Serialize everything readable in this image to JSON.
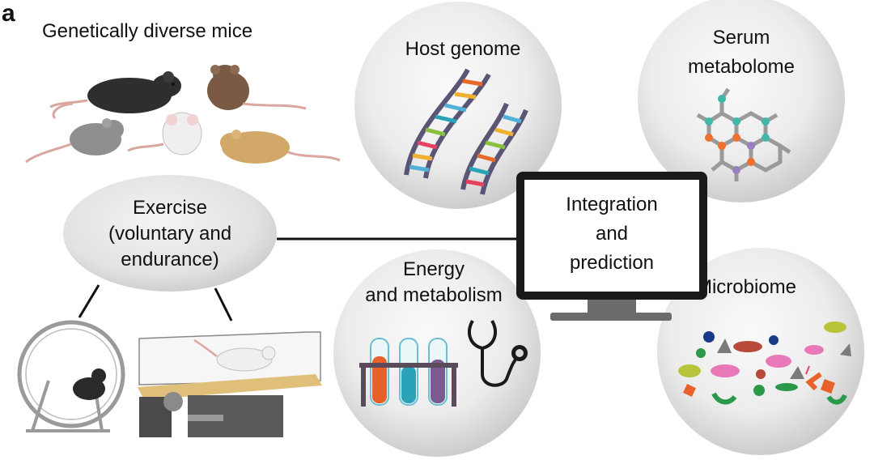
{
  "panel_letter": "a",
  "mice": {
    "title": "Genetically diverse mice"
  },
  "exercise": {
    "lines": [
      "Exercise",
      "(voluntary and",
      "endurance)"
    ]
  },
  "host_genome": {
    "lines": [
      "Host genome"
    ]
  },
  "serum_metabolome": {
    "lines": [
      "Serum",
      "metabolome"
    ]
  },
  "integration": {
    "lines": [
      "Integration",
      "and",
      "prediction"
    ]
  },
  "energy": {
    "lines": [
      "Energy",
      "and metabolism"
    ]
  },
  "microbiome": {
    "lines": [
      "Microbiome"
    ]
  },
  "colors": {
    "bubble_light": "#f7f7f7",
    "bubble_dark": "#cfcfcf",
    "monitor": "#1a1a1a",
    "monitor_stand": "#6b6b6b",
    "dna_backbone": "#5a5475",
    "molecule_bond": "#9a9a9a",
    "molecule_teal": "#3fb8a8",
    "molecule_orange": "#f07030",
    "molecule_purple": "#9a7fbf",
    "tube_rack": "#5b4a5a",
    "orange_liquid": "#e8602a",
    "teal_liquid": "#2aa3b8",
    "purple_liquid": "#7a5a90"
  },
  "icons": [
    "dna-icon",
    "molecule-icon",
    "test-tubes-icon",
    "stethoscope-icon",
    "bacteria-icon",
    "hamster-wheel-icon",
    "treadmill-icon",
    "monitor-icon"
  ]
}
